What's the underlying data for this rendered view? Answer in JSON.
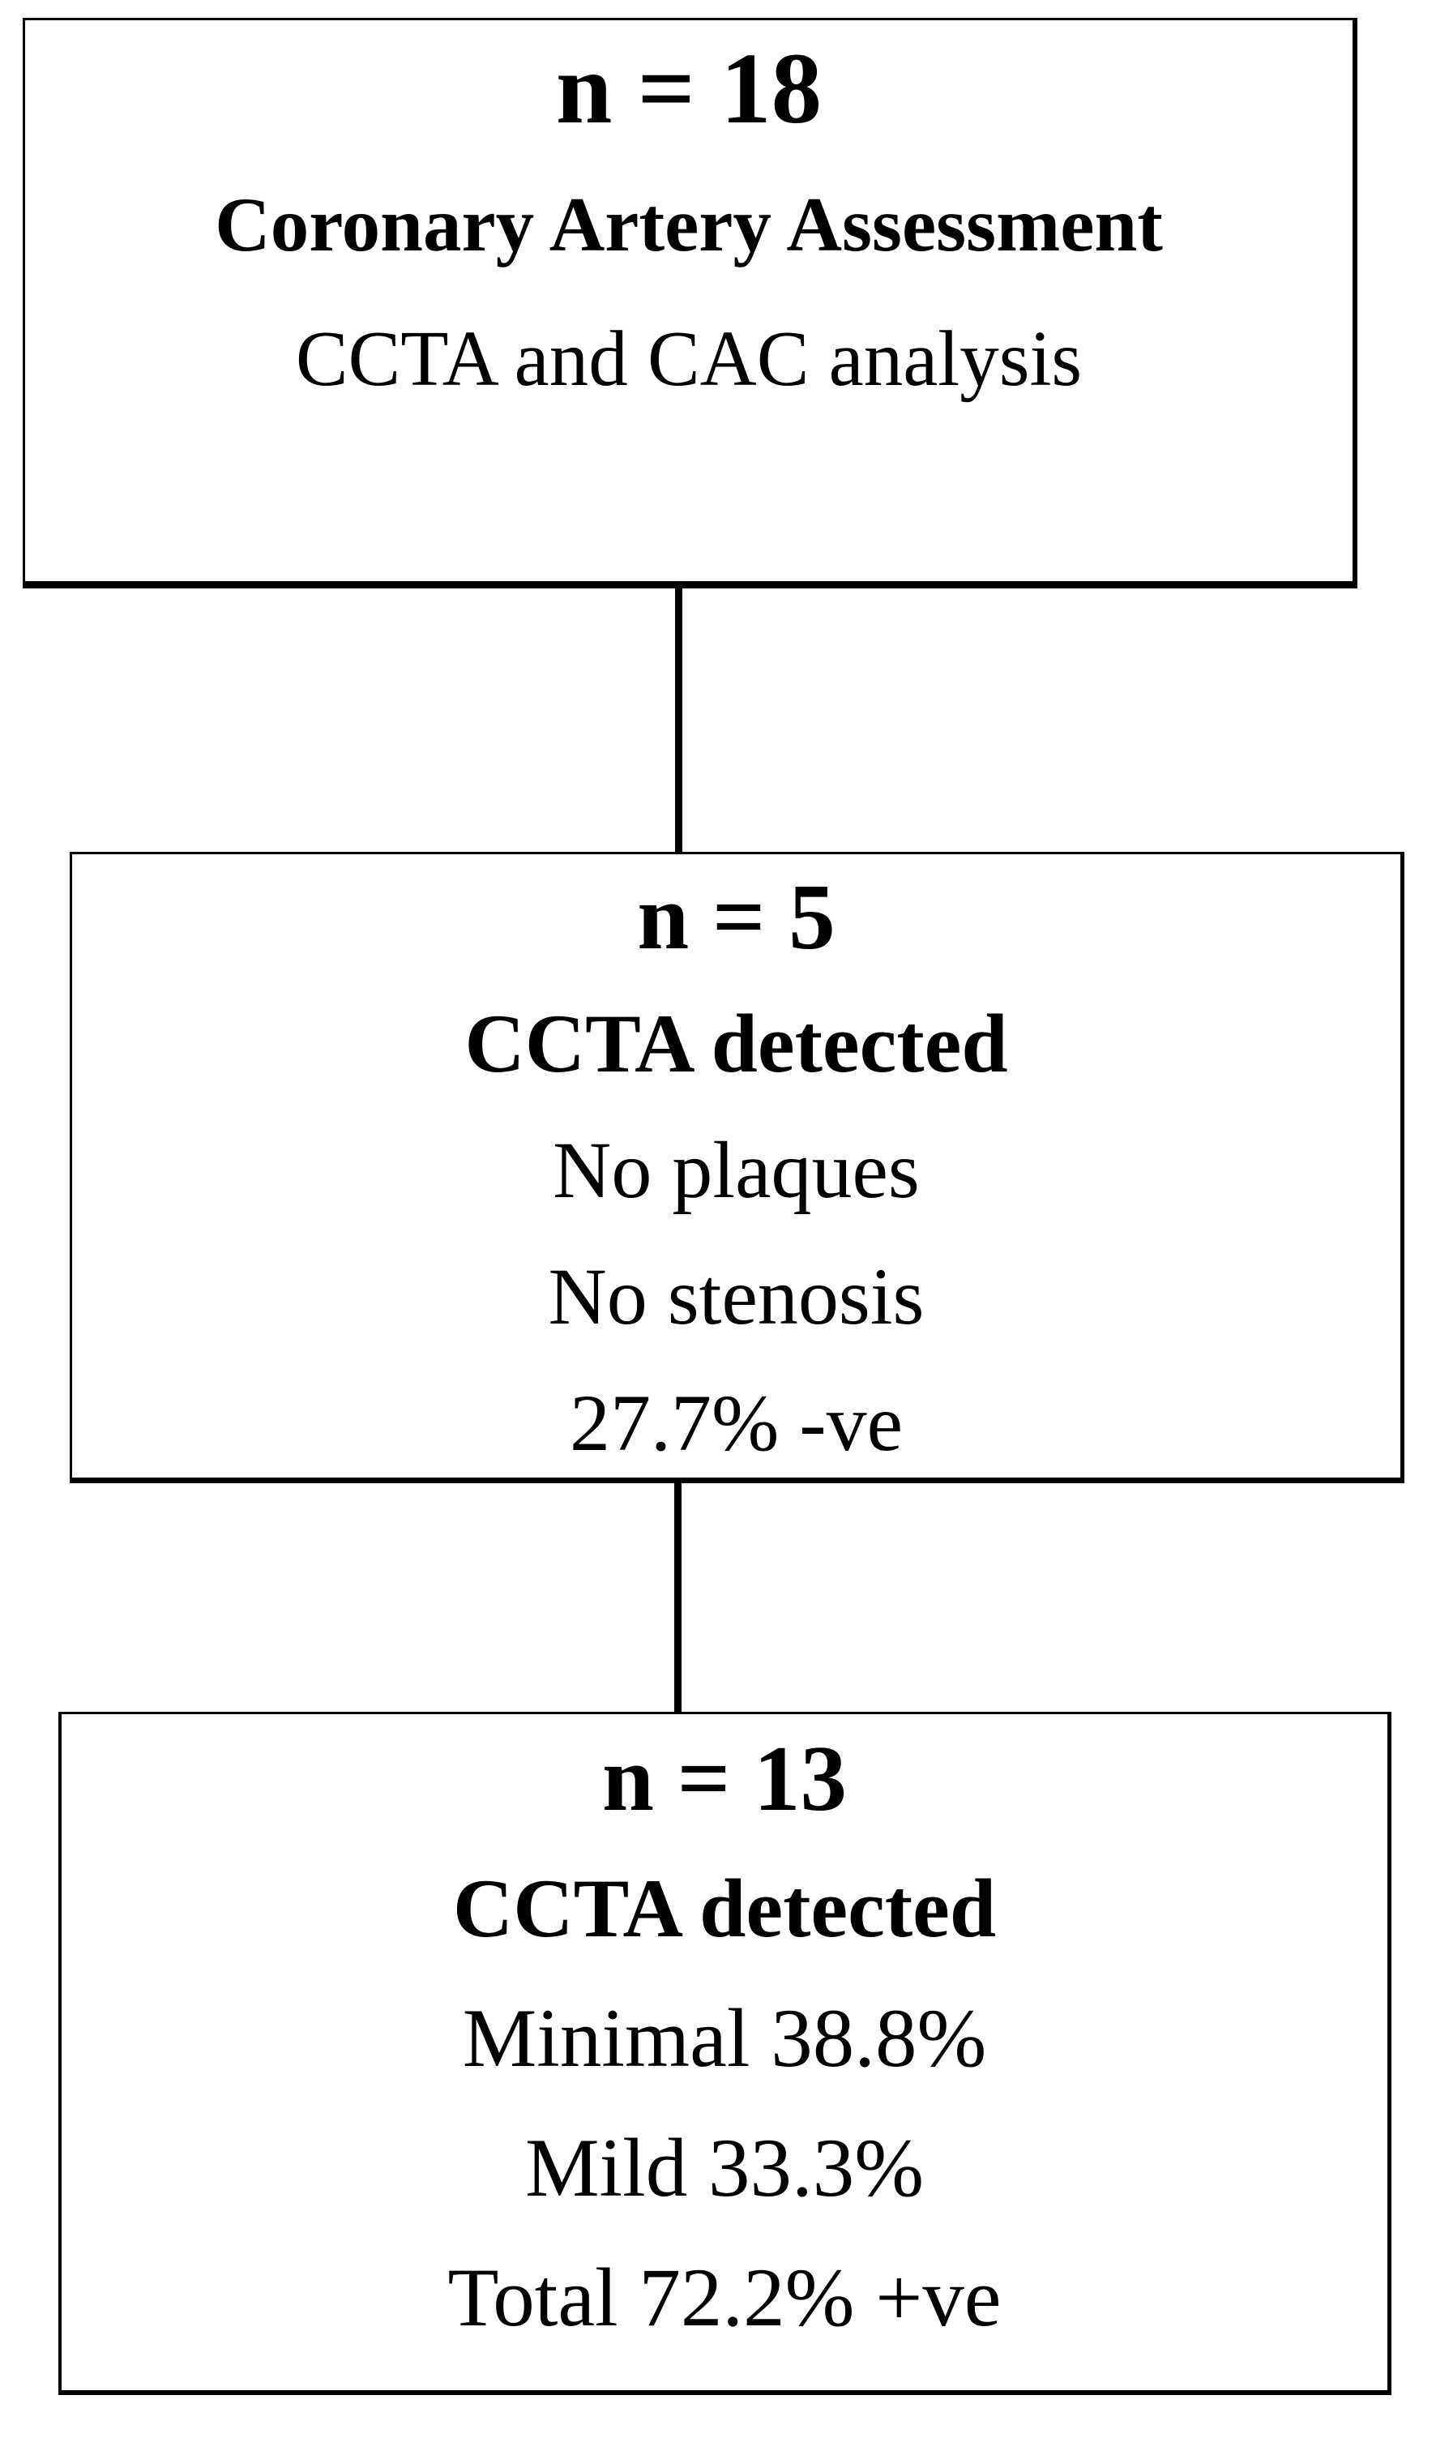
{
  "diagram": {
    "background": "#ffffff",
    "text_color": "#000000",
    "line_color": "#000000",
    "boxes": [
      {
        "id": "coronary-artery-assessment",
        "count_label": "n = 18",
        "title": "Coronary Artery Assessment",
        "lines": [
          "CCTA and CAC analysis"
        ]
      },
      {
        "id": "ccta-negative",
        "count_label": "n = 5",
        "title": "CCTA detected",
        "lines": [
          "No plaques",
          "No stenosis",
          "27.7% -ve"
        ]
      },
      {
        "id": "ccta-positive",
        "count_label": "n = 13",
        "title": "CCTA detected",
        "lines": [
          "Minimal 38.8%",
          "Mild 33.3%",
          "Total 72.2% +ve"
        ]
      }
    ]
  }
}
